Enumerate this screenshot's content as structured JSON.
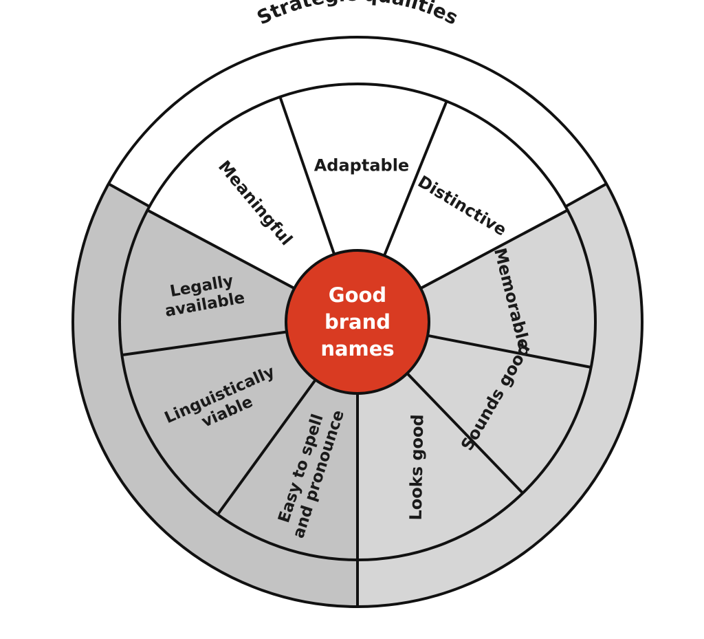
{
  "diagram": {
    "outer_ring_label": "Strategic qualities",
    "center_lines": [
      "Good",
      "brand",
      "names"
    ],
    "segments": [
      {
        "lines": [
          "Adaptable"
        ],
        "group": "strategic"
      },
      {
        "lines": [
          "Distinctive"
        ],
        "group": "strategic"
      },
      {
        "lines": [
          "Memorable"
        ],
        "group": "right"
      },
      {
        "lines": [
          "Sounds good"
        ],
        "group": "right"
      },
      {
        "lines": [
          "Looks good"
        ],
        "group": "right"
      },
      {
        "lines": [
          "Easy to spell",
          "and pronounce"
        ],
        "group": "left"
      },
      {
        "lines": [
          "Linguistically",
          "viable"
        ],
        "group": "left"
      },
      {
        "lines": [
          "Legally",
          "available"
        ],
        "group": "left"
      },
      {
        "lines": [
          "Meaningful"
        ],
        "group": "strategic"
      }
    ],
    "colors": {
      "center": "#d93b22",
      "strategic_fill": "#ffffff",
      "right_fill": "#d6d6d6",
      "left_fill": "#c3c3c3",
      "line": "#111111",
      "background": "#ffffff"
    }
  }
}
